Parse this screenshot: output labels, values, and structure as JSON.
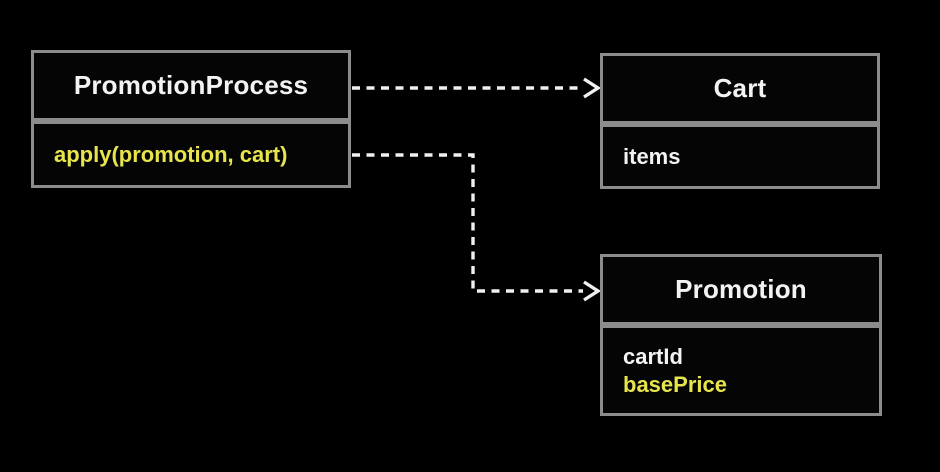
{
  "diagram": {
    "type": "uml-class-diagram",
    "colors": {
      "background": "#000000",
      "box_fill": "#050505",
      "border": "#8c8c8c",
      "text": "#f3f3f3",
      "accent": "#e8e44b",
      "connector": "#f0f0f0"
    },
    "boxes": [
      {
        "id": "promotion-process",
        "title": "PromotionProcess",
        "members": [
          {
            "text": "apply(promotion, cart)",
            "emphasis": "accent"
          }
        ]
      },
      {
        "id": "cart",
        "title": "Cart",
        "members": [
          {
            "text": "items",
            "emphasis": "normal"
          }
        ]
      },
      {
        "id": "promotion",
        "title": "Promotion",
        "members": [
          {
            "text": "cartId",
            "emphasis": "normal"
          },
          {
            "text": "basePrice",
            "emphasis": "accent"
          }
        ]
      }
    ],
    "connectors": [
      {
        "from": "promotion-process",
        "to": "cart",
        "style": "dashed-open-arrow"
      },
      {
        "from": "promotion-process.apply",
        "to": "promotion",
        "style": "dashed-open-arrow"
      }
    ]
  }
}
